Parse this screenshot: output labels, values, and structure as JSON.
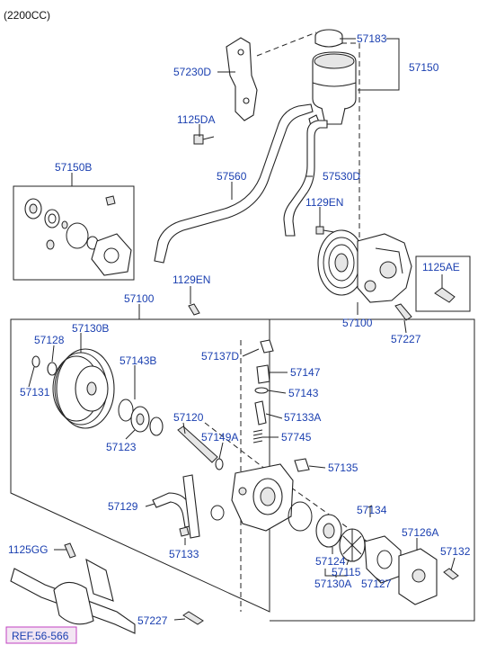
{
  "engine": "(2200CC)",
  "ref_link": "REF.56-566",
  "colors": {
    "label": "#1a3fb0",
    "line": "#222222",
    "ref_border": "#c040c0",
    "ref_bg": "#f3e6f3"
  },
  "labels": {
    "p57183": "57183",
    "p57150": "57150",
    "p57230D": "57230D",
    "p1125DA": "1125DA",
    "p57150B": "57150B",
    "p57560": "57560",
    "p57530D": "57530D",
    "p1129EN_a": "1129EN",
    "p1125AE": "1125AE",
    "p1129EN_b": "1129EN",
    "p57100_a": "57100",
    "p57100_b": "57100",
    "p57227_a": "57227",
    "p57128": "57128",
    "p57130B": "57130B",
    "p57131": "57131",
    "p57143B": "57143B",
    "p57137D": "57137D",
    "p57147": "57147",
    "p57143": "57143",
    "p57133A": "57133A",
    "p57120": "57120",
    "p57745": "57745",
    "p57149A": "57149A",
    "p57123": "57123",
    "p57135": "57135",
    "p57129": "57129",
    "p57134": "57134",
    "p57133": "57133",
    "p57126A": "57126A",
    "p57132": "57132",
    "p1125GG": "1125GG",
    "p57124": "57124",
    "p57115": "57115",
    "p57130A": "57130A",
    "p57127": "57127",
    "p57227_b": "57227"
  }
}
